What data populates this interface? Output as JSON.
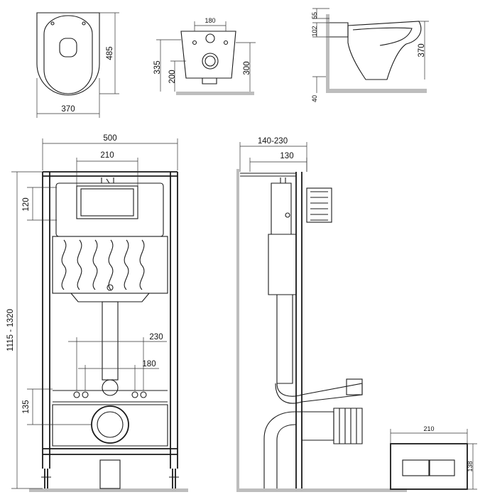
{
  "views": {
    "bowl_top": {
      "width": "370",
      "depth": "485"
    },
    "bowl_back": {
      "hole_spacing": "180",
      "outlet_height": "200",
      "fixing_height": "335",
      "height": "300"
    },
    "bowl_side": {
      "top": "55",
      "inlet": "102",
      "height": "370",
      "floor": "40"
    },
    "frame_front": {
      "width": "500",
      "panel_width": "210",
      "panel_offset": "120",
      "height_range": "1115 - 1320",
      "bolt_spacing_outer": "230",
      "bolt_spacing_inner": "180",
      "drain_height": "135"
    },
    "frame_side": {
      "depth_range": "140-230",
      "depth": "130"
    },
    "flush_plate": {
      "width": "210",
      "height": "138"
    }
  }
}
